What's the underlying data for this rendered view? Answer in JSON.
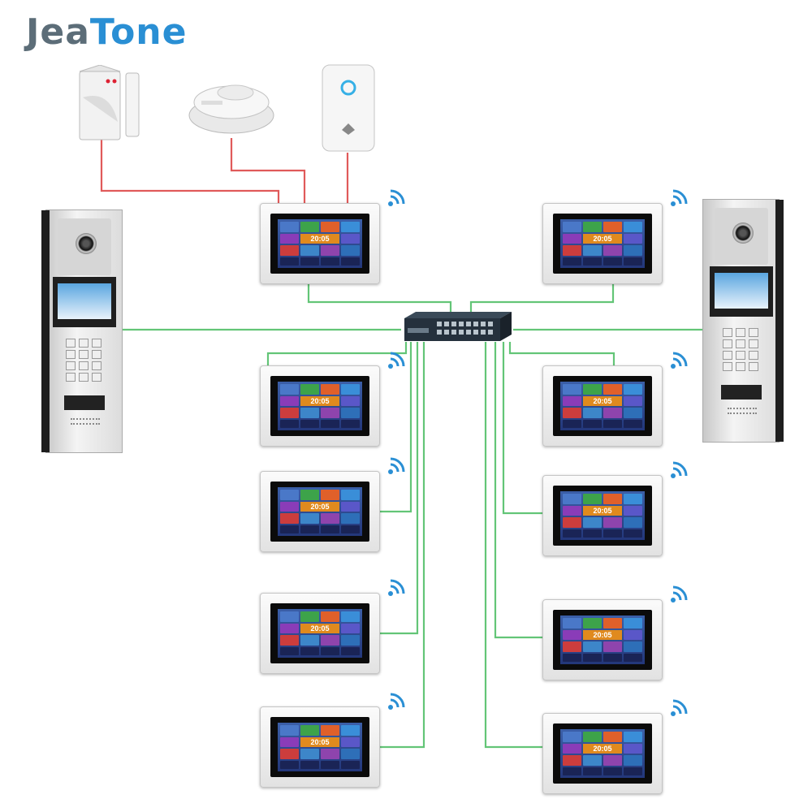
{
  "brand": {
    "logo_prefix": "Jea",
    "logo_suffix": "Tone"
  },
  "colors": {
    "network_cable": "#63c577",
    "alarm_wire": "#e05a5a",
    "brand_accent": "#2a8fd4"
  },
  "devices": {
    "sensors": [
      {
        "type": "door-sensor"
      },
      {
        "type": "smoke-detector"
      },
      {
        "type": "pir-sensor"
      }
    ],
    "network_switch": {
      "type": "poe-switch",
      "ports": 16
    },
    "door_stations": [
      {
        "side": "left"
      },
      {
        "side": "right"
      }
    ],
    "monitors": {
      "count": 10,
      "screen_time": "20:05",
      "wireless": true
    }
  }
}
